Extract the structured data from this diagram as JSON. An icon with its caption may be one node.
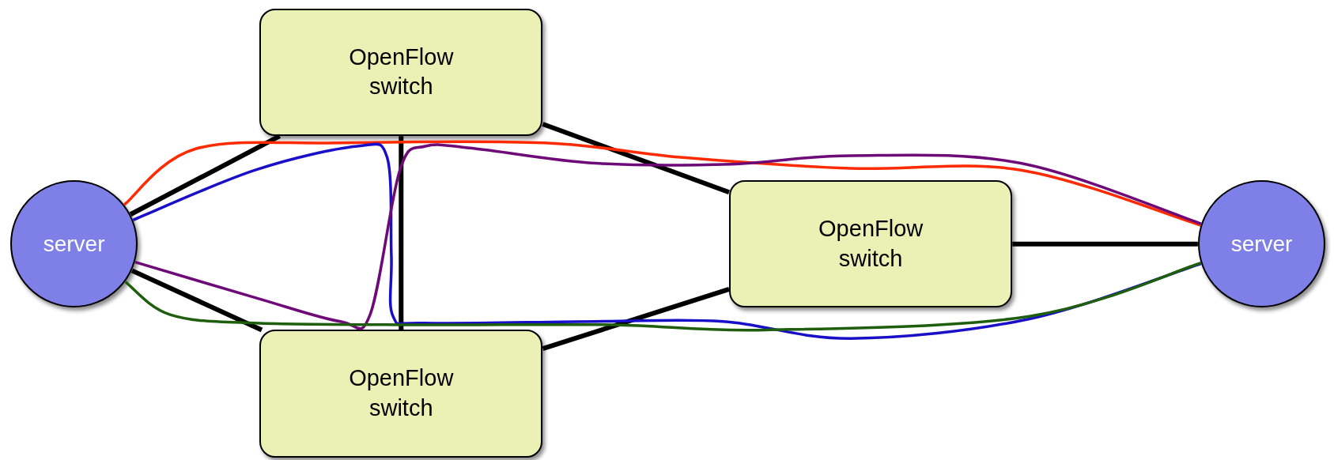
{
  "diagram": {
    "nodes": [
      {
        "text": [
          "server"
        ]
      },
      {
        "text": [
          "OpenFlow switch"
        ]
      },
      {
        "text": [
          "OpenFlow switch"
        ]
      },
      {
        "text": [
          "OpenFlow switch"
        ]
      },
      {
        "text": [
          "server"
        ]
      }
    ],
    "edges": [
      {
        "from": 0,
        "to": 1,
        "arrow": "none"
      },
      {
        "from": 0,
        "to": 2,
        "arrow": "none"
      },
      {
        "from": 1,
        "to": 2,
        "arrow": "none"
      },
      {
        "from": 1,
        "to": 3,
        "arrow": "none"
      },
      {
        "from": 2,
        "to": 3,
        "arrow": "none"
      },
      {
        "from": 3,
        "to": 4,
        "arrow": "none"
      },
      {
        "from": 0,
        "to": 4,
        "arrow": "none",
        "color": "#ff2a00"
      },
      {
        "from": 0,
        "to": 4,
        "arrow": "none",
        "color": "#1a0fc8"
      },
      {
        "from": 0,
        "to": 4,
        "arrow": "none",
        "color": "#6e0a78"
      },
      {
        "from": 0,
        "to": 4,
        "arrow": "none",
        "color": "#1e5e0c"
      }
    ]
  }
}
